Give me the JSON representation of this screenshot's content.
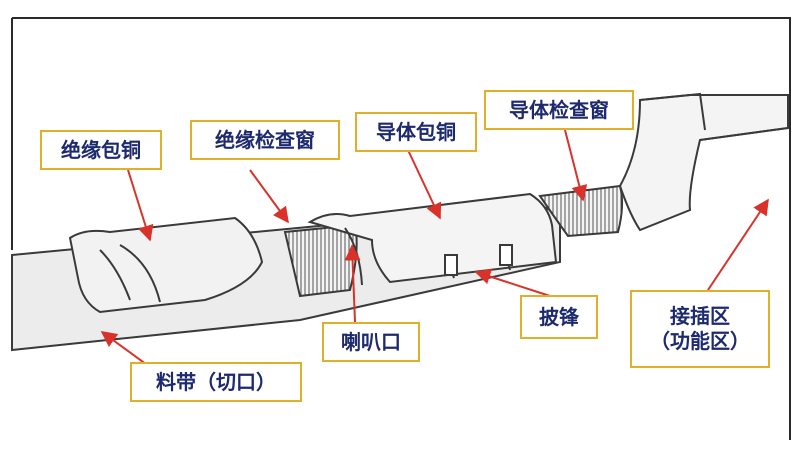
{
  "labels": {
    "insulation_crimp": "绝缘包铜",
    "insulation_window": "绝缘检查窗",
    "conductor_crimp": "导体包铜",
    "conductor_window": "导体检查窗",
    "bellmouth": "喇叭口",
    "burr": "披锋",
    "carrier_strip": "料带（切口）",
    "contact_zone_line1": "接插区",
    "contact_zone_line2": "（功能区）"
  },
  "colors": {
    "frame": "#2a2a2a",
    "label_border": "#e0b02a",
    "label_text": "#1e2a6e",
    "arrow": "#d8322a",
    "outline": "#3a3a3a",
    "metal": "#ececec"
  }
}
